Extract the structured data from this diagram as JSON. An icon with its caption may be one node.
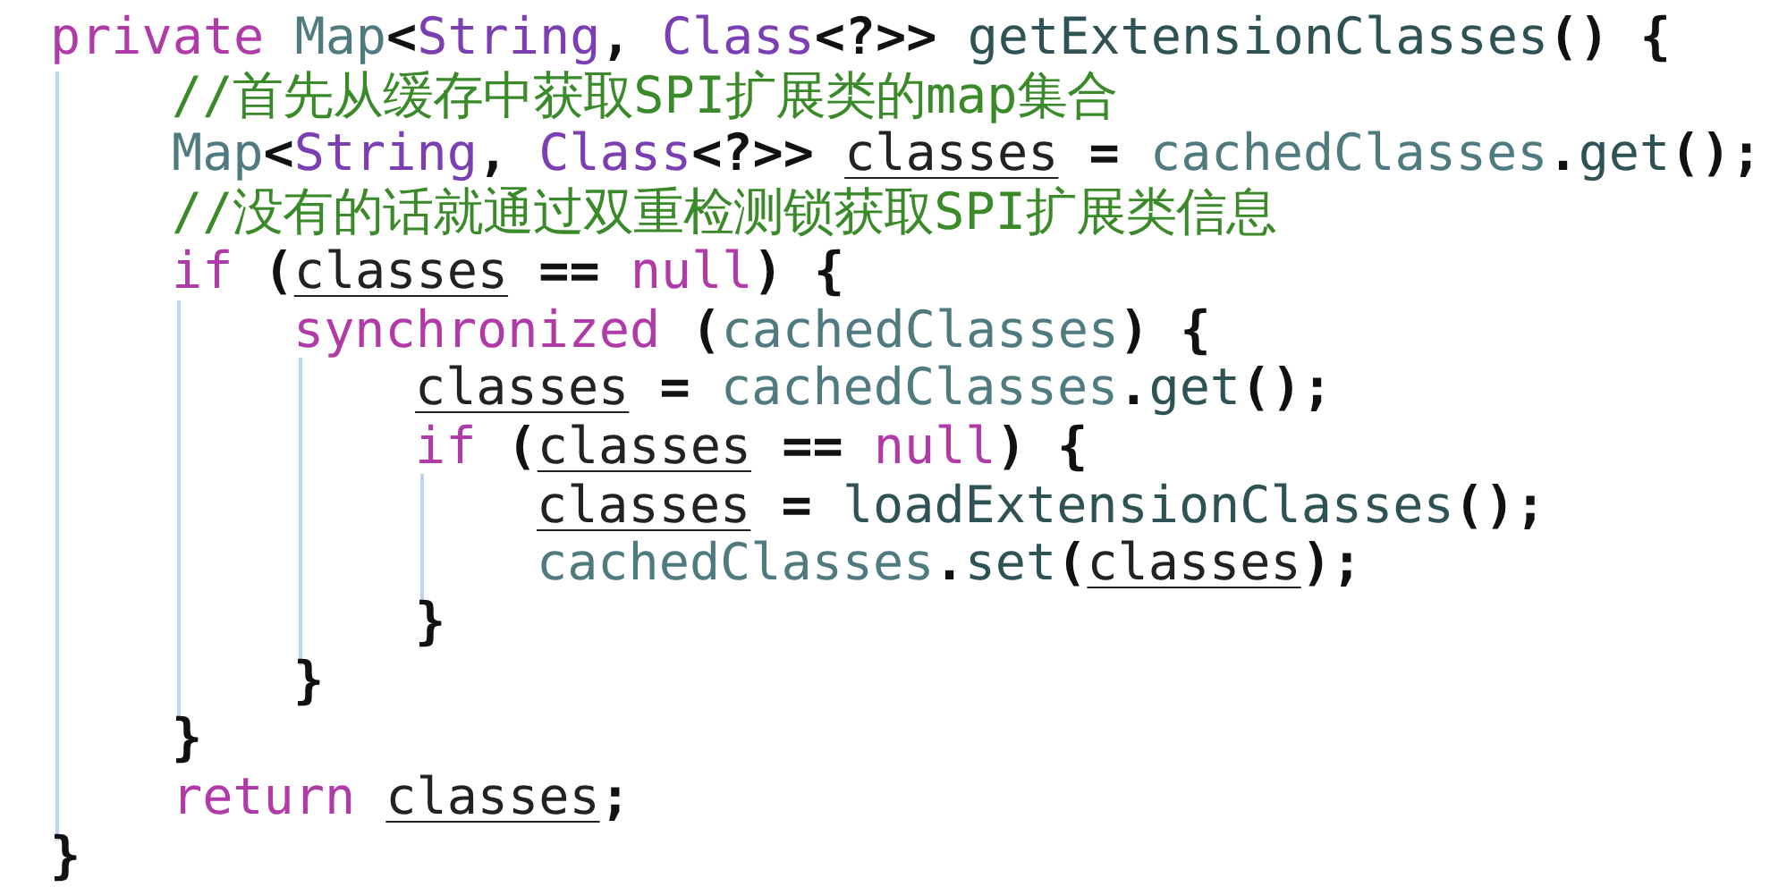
{
  "diagram": {
    "labels": [
      "private Map<String, Class<?>> getExtensionClasses() {",
      "//首先从缓存中获取SPI扩展类的map集合",
      "Map<String, Class<?>> classes = cachedClasses.get();",
      "//没有的话就通过双重检测锁获取SPI扩展类信息",
      "if (classes == null) {",
      "synchronized (cachedClasses) {",
      "classes = cachedClasses.get();",
      "if (classes == null) {",
      "classes = loadExtensionClasses();",
      "cachedClasses.set(classes);",
      "}",
      "}",
      "}",
      "return classes;",
      "}"
    ]
  }
}
